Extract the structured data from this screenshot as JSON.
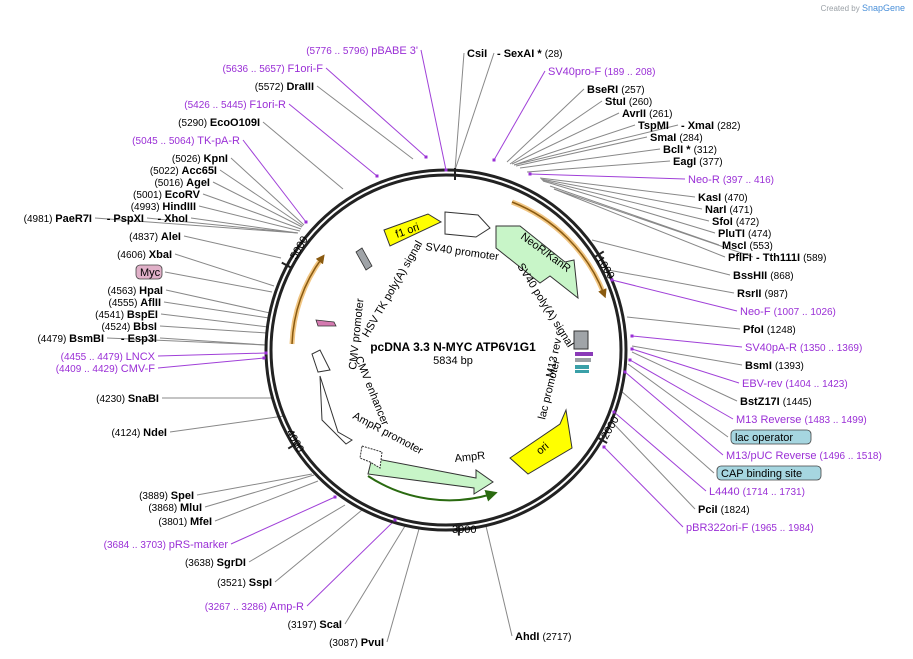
{
  "credit": {
    "prefix": "Created by",
    "brand": "SnapGene"
  },
  "plasmid": {
    "name": "pcDNA 3.3 N-MYC ATP6V1G1",
    "length": "5834 bp"
  },
  "ticks": [
    "1000",
    "2000",
    "3000",
    "4000",
    "5000"
  ],
  "features": {
    "f1ori": "f1 ori",
    "sv40prom": "SV40 promoter",
    "neor": "NeoR/KanR",
    "sv40polyA": "SV40 poly(A) signal",
    "m13rev": "M13 rev",
    "lacprom": "lac promoter",
    "ori": "ori",
    "ampr": "AmpR",
    "amprprom": "AmpR promoter",
    "cmvenh": "CMV enhancer",
    "cmvprom": "CMV promoter",
    "hsvtk": "HSV TK poly(A) signal"
  },
  "labels": [
    {
      "n": "CsiI",
      "p": "",
      "e": true
    },
    {
      "n": "- SexAI *",
      "p": "(28)",
      "e": true
    },
    {
      "n": "SV40pro-F",
      "p": "(189 .. 208)",
      "e": false
    },
    {
      "n": "BseRI",
      "p": "(257)",
      "e": true
    },
    {
      "n": "StuI",
      "p": "(260)",
      "e": true
    },
    {
      "n": "AvrII",
      "p": "(261)",
      "e": true
    },
    {
      "n": "TspMI",
      "p": "",
      "e": true
    },
    {
      "n": "- XmaI",
      "p": "(282)",
      "e": true
    },
    {
      "n": "SmaI",
      "p": "(284)",
      "e": true
    },
    {
      "n": "BclI *",
      "p": "(312)",
      "e": true
    },
    {
      "n": "EagI",
      "p": "(377)",
      "e": true
    },
    {
      "n": "Neo-R",
      "p": "(397 .. 416)",
      "e": false
    },
    {
      "n": "KasI",
      "p": "(470)",
      "e": true
    },
    {
      "n": "NarI",
      "p": "(471)",
      "e": true
    },
    {
      "n": "SfoI",
      "p": "(472)",
      "e": true
    },
    {
      "n": "PluTI",
      "p": "(474)",
      "e": true
    },
    {
      "n": "MscI",
      "p": "(553)",
      "e": true
    },
    {
      "n": "PflFI",
      "p": "",
      "e": true
    },
    {
      "n": "- Tth111I",
      "p": "(589)",
      "e": true
    },
    {
      "n": "BssHII",
      "p": "(868)",
      "e": true
    },
    {
      "n": "RsrII",
      "p": "(987)",
      "e": true
    },
    {
      "n": "Neo-F",
      "p": "(1007 .. 1026)",
      "e": false
    },
    {
      "n": "PfoI",
      "p": "(1248)",
      "e": true
    },
    {
      "n": "SV40pA-R",
      "p": "(1350 .. 1369)",
      "e": false
    },
    {
      "n": "BsmI",
      "p": "(1393)",
      "e": true
    },
    {
      "n": "EBV-rev",
      "p": "(1404 .. 1423)",
      "e": false
    },
    {
      "n": "BstZ17I",
      "p": "(1445)",
      "e": true
    },
    {
      "n": "M13 Reverse",
      "p": "(1483 .. 1499)",
      "e": false
    },
    {
      "n": "lac operator",
      "p": "",
      "e": false,
      "box": "teal"
    },
    {
      "n": "M13/pUC Reverse",
      "p": "(1496 .. 1518)",
      "e": false
    },
    {
      "n": "CAP binding site",
      "p": "",
      "e": false,
      "box": "teal"
    },
    {
      "n": "L4440",
      "p": "(1714 .. 1731)",
      "e": false
    },
    {
      "n": "PciI",
      "p": "(1824)",
      "e": true
    },
    {
      "n": "pBR322ori-F",
      "p": "(1965 .. 1984)",
      "e": false
    },
    {
      "n": "AhdI",
      "p": "(2717)",
      "e": true
    },
    {
      "n": "PvuI",
      "p": "(3087)",
      "e": true
    },
    {
      "n": "ScaI",
      "p": "(3197)",
      "e": true
    },
    {
      "n": "Amp-R",
      "p": "(3267 .. 3286)",
      "e": false
    },
    {
      "n": "SspI",
      "p": "(3521)",
      "e": true
    },
    {
      "n": "SgrDI",
      "p": "(3638)",
      "e": true
    },
    {
      "n": "pRS-marker",
      "p": "(3684 .. 3703)",
      "e": false
    },
    {
      "n": "MfeI",
      "p": "(3801)",
      "e": true
    },
    {
      "n": "MluI",
      "p": "(3868)",
      "e": true
    },
    {
      "n": "SpeI",
      "p": "(3889)",
      "e": true
    },
    {
      "n": "NdeI",
      "p": "(4124)",
      "e": true
    },
    {
      "n": "SnaBI",
      "p": "(4230)",
      "e": true
    },
    {
      "n": "CMV-F",
      "p": "(4409 .. 4429)",
      "e": false
    },
    {
      "n": "LNCX",
      "p": "(4455 .. 4479)",
      "e": false
    },
    {
      "n": "BsmBI",
      "p": "(4479)",
      "e": true
    },
    {
      "n": "- Esp3I",
      "p": "",
      "e": true
    },
    {
      "n": "BbsI",
      "p": "(4524)",
      "e": true
    },
    {
      "n": "BspEI",
      "p": "(4541)",
      "e": true
    },
    {
      "n": "AflII",
      "p": "(4555)",
      "e": true
    },
    {
      "n": "HpaI",
      "p": "(4563)",
      "e": true
    },
    {
      "n": "Myc",
      "p": "",
      "e": false,
      "box": "pink"
    },
    {
      "n": "XbaI",
      "p": "(4606)",
      "e": true
    },
    {
      "n": "AleI",
      "p": "(4837)",
      "e": true
    },
    {
      "n": "PaeR7I",
      "p": "(4981)",
      "e": true
    },
    {
      "n": "- PspXI",
      "p": "",
      "e": true
    },
    {
      "n": "- XhoI",
      "p": "",
      "e": true
    },
    {
      "n": "HindIII",
      "p": "(4993)",
      "e": true
    },
    {
      "n": "EcoRV",
      "p": "(5001)",
      "e": true
    },
    {
      "n": "AgeI",
      "p": "(5016)",
      "e": true
    },
    {
      "n": "Acc65I",
      "p": "(5022)",
      "e": true
    },
    {
      "n": "KpnI",
      "p": "(5026)",
      "e": true
    },
    {
      "n": "TK-pA-R",
      "p": "(5045 .. 5064)",
      "e": false
    },
    {
      "n": "EcoO109I",
      "p": "(5290)",
      "e": true
    },
    {
      "n": "F1ori-R",
      "p": "(5426 .. 5445)",
      "e": false
    },
    {
      "n": "DraIII",
      "p": "(5572)",
      "e": true
    },
    {
      "n": "F1ori-F",
      "p": "(5636 .. 5657)",
      "e": false
    },
    {
      "n": "pBABE 3'",
      "p": "(5776 .. 5796)",
      "e": false
    }
  ]
}
